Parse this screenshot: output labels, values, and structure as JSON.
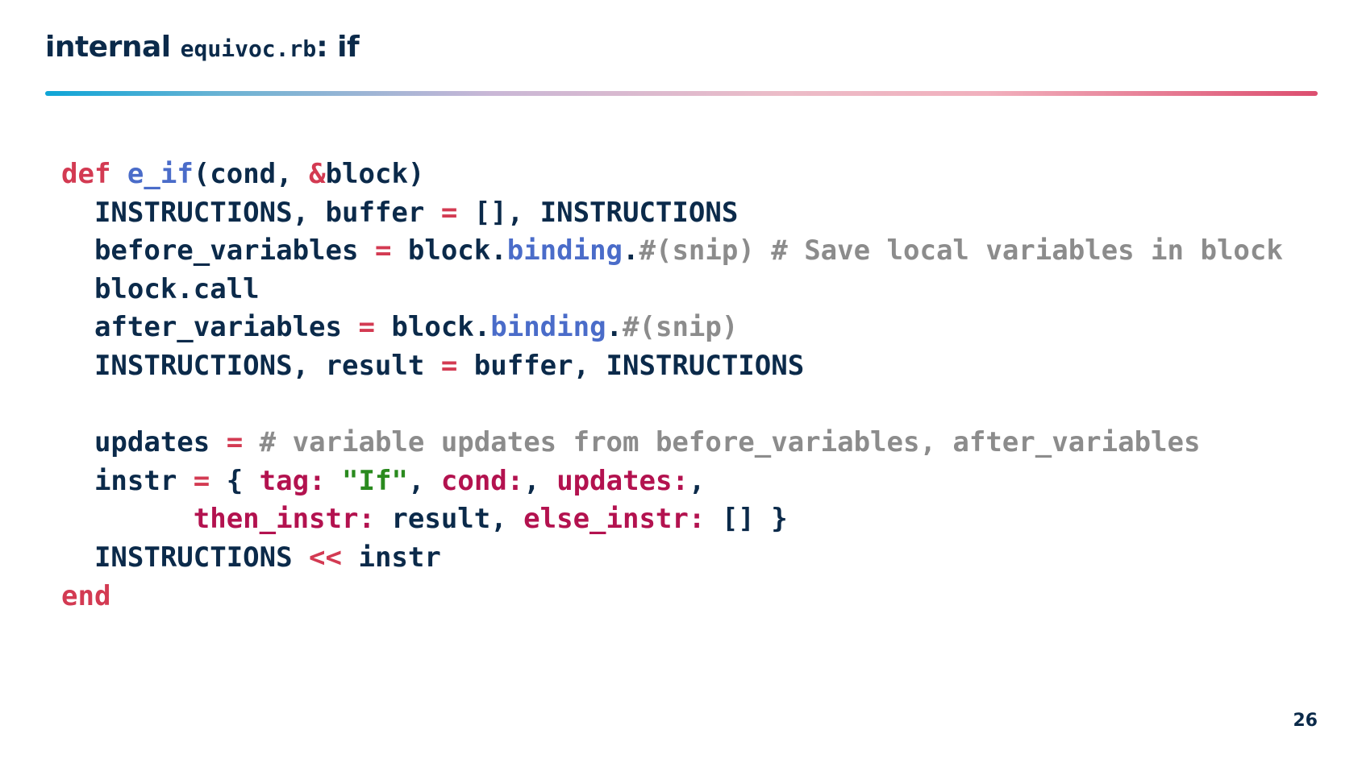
{
  "title": {
    "prefix": "internal ",
    "filename": "equivoc.rb",
    "suffix": ": if"
  },
  "code": {
    "lines": [
      {
        "name": "code-line-1",
        "tokens": [
          {
            "t": "def",
            "c": "kw"
          },
          {
            "t": " "
          },
          {
            "t": "e_if",
            "c": "fn"
          },
          {
            "t": "(cond, "
          },
          {
            "t": "&",
            "c": "op"
          },
          {
            "t": "block)"
          }
        ]
      },
      {
        "name": "code-line-2",
        "tokens": [
          {
            "t": "  INSTRUCTIONS, buffer "
          },
          {
            "t": "=",
            "c": "op"
          },
          {
            "t": " [], INSTRUCTIONS"
          }
        ]
      },
      {
        "name": "code-line-3",
        "tokens": [
          {
            "t": "  before_variables "
          },
          {
            "t": "=",
            "c": "op"
          },
          {
            "t": " block."
          },
          {
            "t": "binding",
            "c": "fn"
          },
          {
            "t": "."
          },
          {
            "t": "#(snip) # Save local variables in block",
            "c": "cm"
          }
        ]
      },
      {
        "name": "code-line-4",
        "tokens": [
          {
            "t": "  block.call"
          }
        ]
      },
      {
        "name": "code-line-5",
        "tokens": [
          {
            "t": "  after_variables "
          },
          {
            "t": "=",
            "c": "op"
          },
          {
            "t": " block."
          },
          {
            "t": "binding",
            "c": "fn"
          },
          {
            "t": "."
          },
          {
            "t": "#(snip)",
            "c": "cm"
          }
        ]
      },
      {
        "name": "code-line-6",
        "tokens": [
          {
            "t": "  INSTRUCTIONS, result "
          },
          {
            "t": "=",
            "c": "op"
          },
          {
            "t": " buffer, INSTRUCTIONS"
          }
        ]
      },
      {
        "name": "code-line-7",
        "tokens": [
          {
            "t": ""
          }
        ]
      },
      {
        "name": "code-line-8",
        "tokens": [
          {
            "t": "  updates "
          },
          {
            "t": "=",
            "c": "op"
          },
          {
            "t": " "
          },
          {
            "t": "# variable updates from before_variables, after_variables",
            "c": "cm"
          }
        ]
      },
      {
        "name": "code-line-9",
        "tokens": [
          {
            "t": "  instr "
          },
          {
            "t": "=",
            "c": "op"
          },
          {
            "t": " { "
          },
          {
            "t": "tag:",
            "c": "sym"
          },
          {
            "t": " "
          },
          {
            "t": "\"If\"",
            "c": "str"
          },
          {
            "t": ", "
          },
          {
            "t": "cond:",
            "c": "sym"
          },
          {
            "t": ", "
          },
          {
            "t": "updates:",
            "c": "sym"
          },
          {
            "t": ","
          }
        ]
      },
      {
        "name": "code-line-10",
        "tokens": [
          {
            "t": "        "
          },
          {
            "t": "then_instr:",
            "c": "sym"
          },
          {
            "t": " result, "
          },
          {
            "t": "else_instr:",
            "c": "sym"
          },
          {
            "t": " [] }"
          }
        ]
      },
      {
        "name": "code-line-11",
        "tokens": [
          {
            "t": "  INSTRUCTIONS "
          },
          {
            "t": "<<",
            "c": "op"
          },
          {
            "t": " instr"
          }
        ]
      },
      {
        "name": "code-line-12",
        "tokens": [
          {
            "t": "end",
            "c": "kw"
          }
        ]
      }
    ]
  },
  "page_number": "26",
  "colors": {
    "text": "#0b2a4a",
    "keyword": "#d33a52",
    "method": "#4a6cc9",
    "comment": "#8c8c8c",
    "symbol": "#b3124f",
    "string": "#2a8a1e"
  }
}
